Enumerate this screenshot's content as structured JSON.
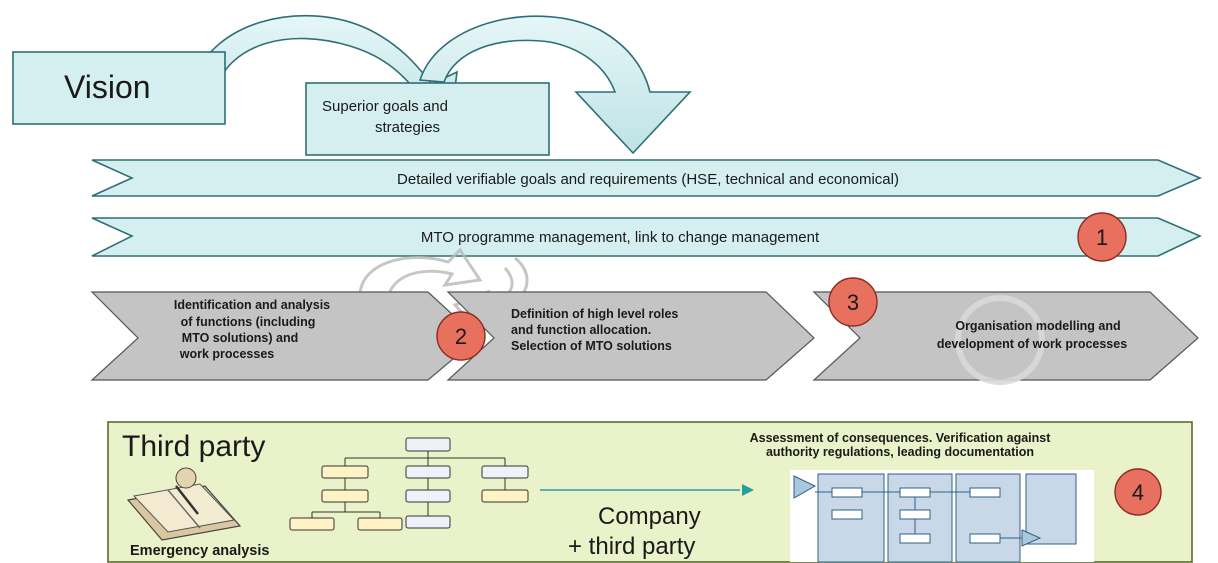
{
  "vision": {
    "label": "Vision"
  },
  "superior_goals": {
    "line1": "Superior goals and",
    "line2": "strategies"
  },
  "band_goals": {
    "label": "Detailed verifiable goals and requirements (HSE, technical and economical)"
  },
  "band_mto": {
    "label": "MTO programme management, link to change management"
  },
  "badges": {
    "one": "1",
    "two": "2",
    "three": "3",
    "four": "4"
  },
  "step1": {
    "line1": "Identification and analysis",
    "line2": "of functions (including",
    "line3": "MTO solutions) and",
    "line4": "work processes"
  },
  "step2": {
    "line1": "Definition of high level roles",
    "line2": "and function allocation.",
    "line3": "Selection of MTO solutions"
  },
  "step3": {
    "line1": "Organisation modelling and",
    "line2": "development of  work processes"
  },
  "third_party": {
    "title": "Third party",
    "assessment_line1": "Assessment of consequences. Verification against",
    "assessment_line2": "authority regulations, leading documentation",
    "emergency": "Emergency analysis",
    "company_line1": "Company",
    "company_line2": "+ third party"
  },
  "colors": {
    "light_cyan": "#d5eef0",
    "gray_chevron": "#c4c4c4",
    "panel_green": "#e9f2c8",
    "badge_red": "#e8705e"
  }
}
